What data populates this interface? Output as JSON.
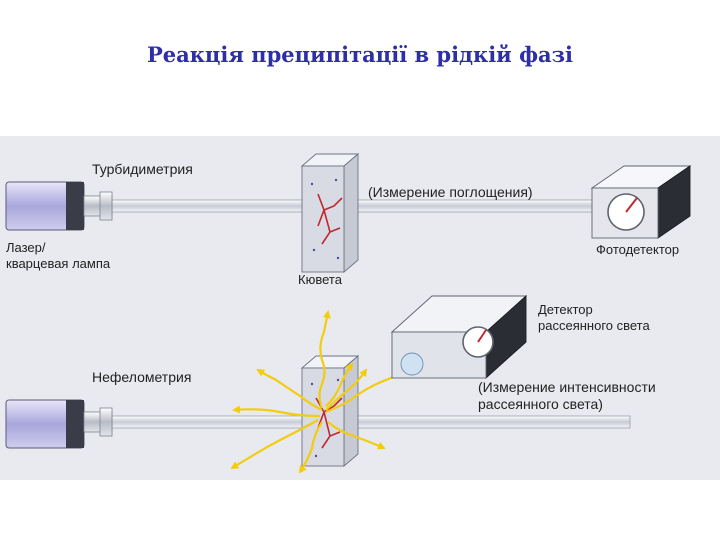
{
  "title": "Реакція преципітації в рідкій фазі",
  "diagram": {
    "turbidimetry": "Турбидиметрия",
    "source_line1": "Лазер/",
    "source_line2": "кварцевая лампа",
    "cuvette": "Кювета",
    "absorbance": "(Измерение поглощения)",
    "photodetector": "Фотодетектор",
    "nephelometry": "Нефелометрия",
    "scatter_detector_line1": "Детектор",
    "scatter_detector_line2": "рассеянного света",
    "scatter_measure_line1": "(Измерение интенсивности",
    "scatter_measure_line2": "рассеянного света)"
  },
  "colors": {
    "title": "#2e2fa8",
    "light_rays": "#f2cc10",
    "complexes": "#c0282e",
    "lamp": "#b6b4e4"
  }
}
